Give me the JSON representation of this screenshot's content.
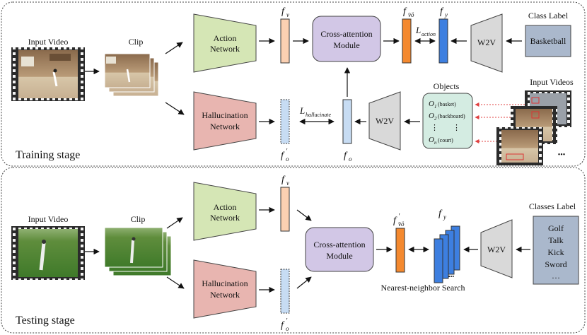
{
  "training": {
    "stage_label": "Training stage",
    "input_video_label": "Input Video",
    "clip_label": "Clip",
    "action_network": [
      "Action",
      "Network"
    ],
    "hallucination_network": [
      "Hallucination",
      "Network"
    ],
    "cross_attention": [
      "Cross-attention",
      "Module"
    ],
    "w2v": "W2V",
    "class_label_title": "Class Label",
    "class_label_value": "Basketball",
    "objects_title": "Objects",
    "objects": [
      {
        "sym": "O",
        "sub": "1",
        "name": "(basket)"
      },
      {
        "sym": "O",
        "sub": "2",
        "name": "(backboard)"
      },
      {
        "sym": "⋮",
        "sub": "",
        "name": "⋮"
      },
      {
        "sym": "O",
        "sub": "n",
        "name": "(court)"
      }
    ],
    "input_videos_label": "Input Videos",
    "ellipsis": "•••",
    "loss_action": {
      "main": "L",
      "sub": "action"
    },
    "loss_hallucinate": {
      "main": "L",
      "sub": "hallucinate"
    },
    "f_v": {
      "main": "f",
      "sub": "v"
    },
    "f_o_prime": {
      "main": "f",
      "sub": "o",
      "sup": "′"
    },
    "f_o": {
      "main": "f",
      "sub": "o"
    },
    "f_vo": {
      "main": "f",
      "sub": "v̈ö"
    },
    "f_y": {
      "main": "f",
      "sub": "y"
    }
  },
  "testing": {
    "stage_label": "Testing stage",
    "input_video_label": "Input Video",
    "clip_label": "Clip",
    "action_network": [
      "Action",
      "Network"
    ],
    "hallucination_network": [
      "Hallucination",
      "Network"
    ],
    "cross_attention": [
      "Cross-attention",
      "Module"
    ],
    "w2v": "W2V",
    "classes_label_title": "Classes Label",
    "classes": [
      "Golf",
      "Talk",
      "Kick",
      "Sword",
      "…"
    ],
    "nn_search_label": "Nearest-neighbor Search",
    "stack_dots": "•••",
    "f_v": {
      "main": "f",
      "sub": "v"
    },
    "f_o_prime": {
      "main": "f",
      "sub": "o",
      "sup": "′"
    },
    "f_vo_prime": {
      "main": "f",
      "sub": "v̈ö",
      "sup": "′"
    },
    "f_y": {
      "main": "f",
      "sub": "y"
    }
  },
  "colors": {
    "action_green": "#d5e6b5",
    "hallucination_red": "#e8b5b0",
    "cross_attention_purple": "#d2c7e6",
    "w2v_gray": "#d9d9d9",
    "label_box_blue": "#aab8cc",
    "objects_box_green": "#d4ece2",
    "feature_orange_light": "#fbd0b2",
    "feature_orange": "#f4892f",
    "feature_blue": "#3d7fe0",
    "feature_blue_light": "#c7dcf3",
    "arrow_red_dotted": "#e04040"
  }
}
